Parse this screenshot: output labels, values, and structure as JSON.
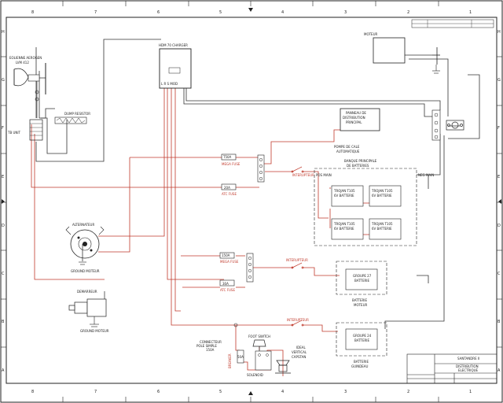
{
  "border": {
    "cols_top": [
      "8",
      "7",
      "6",
      "5",
      "4",
      "3",
      "2",
      "1"
    ],
    "cols_bottom": [
      "8",
      "7",
      "6",
      "5",
      "4",
      "3",
      "2",
      "1"
    ],
    "rows_left": [
      "H",
      "G",
      "F",
      "E",
      "D",
      "C",
      "B",
      "A"
    ],
    "rows_right": [
      "H",
      "G",
      "F",
      "E",
      "D",
      "C",
      "B",
      "A"
    ]
  },
  "components": {
    "eolienne_title": "EOLIENNE AEROGEN",
    "eolienne_model": "LVM 412",
    "dump_resistor": "DUMP RESISTOR",
    "tb_unit": "TB UNIT",
    "charger": "HDM 70 CHARGER",
    "charger_pins": "L R S MOD",
    "moteur": "MOTEUR",
    "panneau_l1": "PANNEAU DE",
    "panneau_l2": "DISTRIBUTION",
    "panneau_l3": "PRINCIPAL",
    "fuse1_value": "T50A",
    "fuse1_type": "MEGA FUSE",
    "fuse2_value": "20A",
    "fuse2_type": "ATC FUSE",
    "fuse3_value": "150A",
    "fuse3_type": "MEGA FUSE",
    "fuse4_value": "30A",
    "fuse4_type": "ATC FUSE",
    "pompe_l1": "POMPE DE CALE",
    "pompe_l2": "AUTOMATIQUE",
    "interrupteur": "INTERUPTEUR",
    "banque_l1": "BANQUE PRINCIPALE",
    "banque_l2": "DE BATTERIES",
    "pos_main": "POS MAIN",
    "neg_main": "NEG MAIN",
    "battery_l1": "TROJAN T105",
    "battery_l2": "6V BATTERIE",
    "alternateur": "ALTERNATEUR",
    "ground_moteur": "GROUND MOTEUR",
    "groupe27_l1": "GROUPE 27",
    "groupe27_l2": "BATTERIE",
    "batterie_moteur_l1": "BATTERIE",
    "batterie_moteur_l2": "MOTEUR",
    "demarreur": "DEMARREUR",
    "groupe24_l1": "GROUPE 24",
    "groupe24_l2": "BATTERIE",
    "batterie_guindeau_l1": "BATTERIE",
    "batterie_guindeau_l2": "GUINDEAU",
    "connecteur_l1": "CONNECTEUR",
    "connecteur_l2": "POLE SIMPLE",
    "connecteur_l3": "150A",
    "breaker": "BREAKER",
    "breaker_val": "50A",
    "foot_switch": "FOOT SWITCH",
    "ideal_l1": "IDEAL",
    "ideal_l2": "VERTICAL",
    "ideal_l3": "CAPSTAN",
    "solenoid": "SOLENOID"
  },
  "title_block": {
    "company": "SANTANDRE II",
    "sheet_title_l1": "DISTRIBUTION",
    "sheet_title_l2": "ELECTRIQUE"
  },
  "colors": {
    "wire_red": "#c0392b",
    "wire_dark": "#333333",
    "border": "#222222"
  }
}
